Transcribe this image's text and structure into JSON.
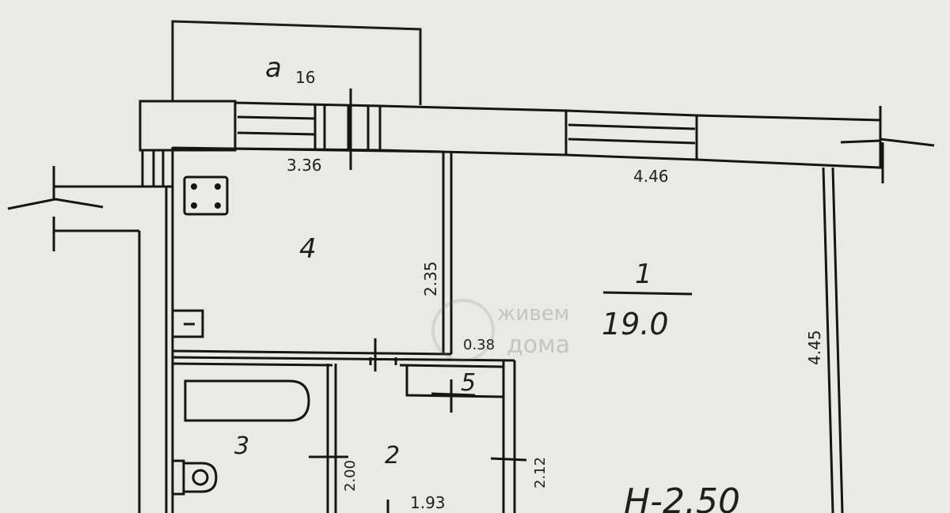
{
  "balcony": {
    "label": "a",
    "index": "16"
  },
  "dimensions": {
    "kitchen_width": "3.36",
    "room_width": "4.46",
    "kitchen_depth": "2.35",
    "room_depth": "4.45",
    "wall_offset": "0.38",
    "corridor_depth": "2.12",
    "bath_depth": "2.00",
    "corridor_width": "1.93"
  },
  "rooms": {
    "room1": {
      "number": "1",
      "area": "19.0"
    },
    "room2": {
      "number": "2"
    },
    "room3": {
      "number": "3"
    },
    "room4": {
      "number": "4"
    },
    "room5": {
      "number": "5"
    }
  },
  "ceiling_height": "H-2.50",
  "watermark": {
    "line1": "живем",
    "line2": "дома"
  }
}
